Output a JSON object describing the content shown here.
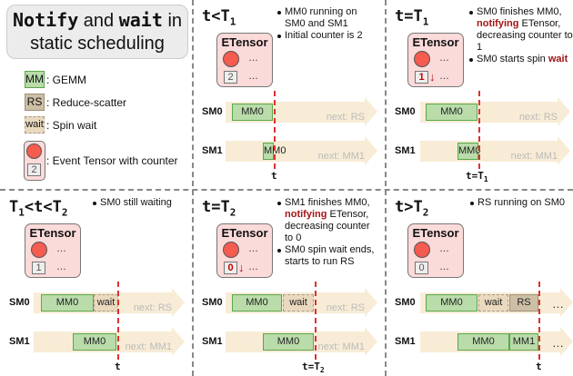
{
  "header": {
    "title_line1_a": "Notify",
    "title_line1_b": " and ",
    "title_line1_c": "wait",
    "title_line1_d": " in",
    "title_line2": "static scheduling"
  },
  "legend": {
    "mm": {
      "box": "MM",
      "label": ": GEMM"
    },
    "rs": {
      "box": "RS",
      "label": ": Reduce-scatter"
    },
    "wait": {
      "box": "wait",
      "label": ": Spin wait"
    },
    "event": {
      "counter": "2",
      "label": ": Event Tensor with counter"
    }
  },
  "colors": {
    "gemm": "#b9dcaa",
    "reduce_scatter": "#cdbfa6",
    "wait": "#ead9bf",
    "etensor": "#fbdada",
    "event_dot": "#f55b4f",
    "time_marker": "#e03030",
    "highlight": "#a31515"
  },
  "panels": [
    {
      "title": "t<T",
      "sub": "1",
      "bullets": [
        [
          {
            "t": "MM0 running on SM0 and SM1"
          }
        ],
        [
          {
            "t": "Initial counter is 2"
          }
        ]
      ],
      "etensor": {
        "label": "ETensor",
        "counter": "2",
        "changed": false,
        "dots": "…"
      },
      "rows": [
        {
          "sm": "SM0",
          "next": "next: RS",
          "bars": [
            {
              "type": "mm",
              "label": "MM0"
            }
          ]
        },
        {
          "sm": "SM1",
          "next": "next: MM1",
          "bars": [
            {
              "type": "mm",
              "label": "MM0"
            }
          ]
        }
      ],
      "marker": {
        "t": "t",
        "sub": ""
      }
    },
    {
      "title": "t=T",
      "sub": "1",
      "bullets": [
        [
          {
            "t": "SM0 finishes MM0, "
          },
          {
            "t": "notifying",
            "r": true
          },
          {
            "t": " ETensor, decreasing counter to 1"
          }
        ],
        [
          {
            "t": "SM0 starts spin "
          },
          {
            "t": "wait",
            "r": true
          }
        ]
      ],
      "etensor": {
        "label": "ETensor",
        "counter": "1",
        "changed": true,
        "dots": "…"
      },
      "rows": [
        {
          "sm": "SM0",
          "next": "next: RS",
          "bars": [
            {
              "type": "mm",
              "label": "MM0"
            }
          ]
        },
        {
          "sm": "SM1",
          "next": "next: MM1",
          "bars": [
            {
              "type": "mm",
              "label": "MM0"
            }
          ]
        }
      ],
      "marker": {
        "t": "t=T",
        "sub": "1"
      }
    },
    {
      "title": "T",
      "sub": "1",
      "title2": "<t<T",
      "sub2": "2",
      "bullets": [
        [
          {
            "t": "SM0 still waiting"
          }
        ]
      ],
      "etensor": {
        "label": "ETensor",
        "counter": "1",
        "changed": false,
        "dots": "…"
      },
      "rows": [
        {
          "sm": "SM0",
          "next": "next: RS",
          "bars": [
            {
              "type": "mm",
              "label": "MM0"
            },
            {
              "type": "wait",
              "label": "wait"
            }
          ]
        },
        {
          "sm": "SM1",
          "next": "next: MM1",
          "bars": [
            {
              "type": "mm",
              "label": "MM0"
            }
          ]
        }
      ],
      "marker": {
        "t": "t",
        "sub": ""
      }
    },
    {
      "title": "t=T",
      "sub": "2",
      "bullets": [
        [
          {
            "t": "SM1 finishes MM0, "
          },
          {
            "t": "notifying",
            "r": true
          },
          {
            "t": " ETensor, decreasing counter to 0"
          }
        ],
        [
          {
            "t": "SM0 spin wait ends, starts to run RS"
          }
        ]
      ],
      "etensor": {
        "label": "ETensor",
        "counter": "0",
        "changed": true,
        "dots": "…"
      },
      "rows": [
        {
          "sm": "SM0",
          "next": "next: RS",
          "bars": [
            {
              "type": "mm",
              "label": "MM0"
            },
            {
              "type": "wait",
              "label": "wait"
            }
          ]
        },
        {
          "sm": "SM1",
          "next": "next: MM1",
          "bars": [
            {
              "type": "mm",
              "label": "MM0"
            }
          ]
        }
      ],
      "marker": {
        "t": "t=T",
        "sub": "2"
      }
    },
    {
      "title": "t>T",
      "sub": "2",
      "bullets": [
        [
          {
            "t": "RS running on SM0"
          }
        ]
      ],
      "etensor": {
        "label": "ETensor",
        "counter": "0",
        "changed": false,
        "dots": "…"
      },
      "rows": [
        {
          "sm": "SM0",
          "next": "…",
          "bars": [
            {
              "type": "mm",
              "label": "MM0"
            },
            {
              "type": "wait",
              "label": "wait"
            },
            {
              "type": "rs",
              "label": "RS"
            }
          ]
        },
        {
          "sm": "SM1",
          "next": "…",
          "bars": [
            {
              "type": "mm",
              "label": "MM0"
            },
            {
              "type": "mm",
              "label": "MM1"
            }
          ]
        }
      ],
      "marker": {
        "t": "t",
        "sub": ""
      }
    }
  ]
}
